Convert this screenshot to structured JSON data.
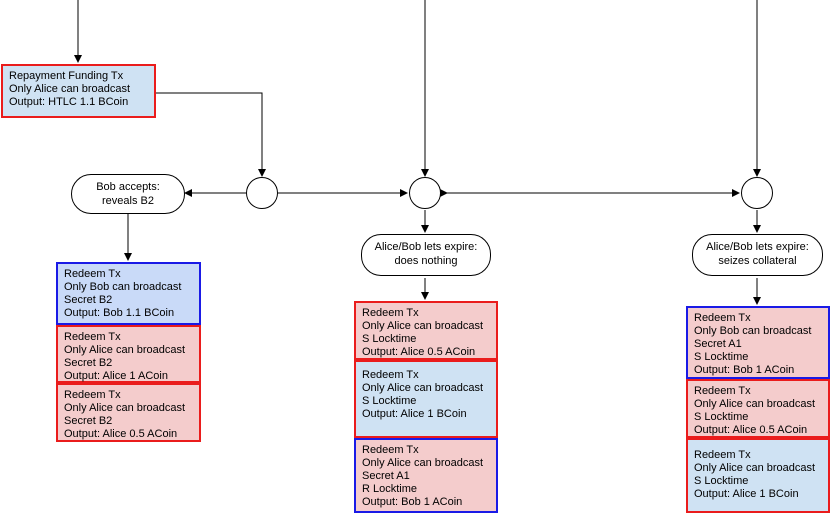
{
  "funding": {
    "lines": [
      "Repayment Funding Tx",
      "Only Alice can broadcast",
      "Output: HTLC 1.1 BCoin"
    ]
  },
  "actions": {
    "bob_accepts": [
      "Bob accepts:",
      "reveals B2"
    ],
    "expire_nothing": [
      "Alice/Bob lets expire:",
      "does nothing"
    ],
    "expire_seize": [
      "Alice/Bob lets expire:",
      "seizes collateral"
    ]
  },
  "columns": {
    "left": [
      [
        "Redeem Tx",
        "Only Bob can broadcast",
        "Secret B2",
        "Output: Bob 1.1 BCoin"
      ],
      [
        "Redeem Tx",
        "Only Alice can broadcast",
        "Secret B2",
        "Output: Alice 1 ACoin"
      ],
      [
        "Redeem Tx",
        "Only Alice can broadcast",
        "Secret B2",
        "Output: Alice 0.5 ACoin"
      ]
    ],
    "middle": [
      [
        "Redeem Tx",
        "Only Alice can broadcast",
        "S Locktime",
        "Output: Alice 0.5 ACoin"
      ],
      [
        "Redeem Tx",
        "Only Alice can broadcast",
        "S Locktime",
        "Output: Alice 1 BCoin"
      ],
      [
        "Redeem Tx",
        "Only Alice can broadcast",
        "Secret A1",
        "R Locktime",
        "Output: Bob 1 ACoin"
      ]
    ],
    "right": [
      [
        "Redeem Tx",
        "Only Bob can broadcast",
        "Secret A1",
        "S Locktime",
        "Output: Bob 1 ACoin"
      ],
      [
        "Redeem Tx",
        "Only Alice can broadcast",
        "S Locktime",
        "Output: Alice 0.5 ACoin"
      ],
      [
        "Redeem Tx",
        "Only Alice can broadcast",
        "S Locktime",
        "Output: Alice 1 BCoin"
      ]
    ]
  }
}
